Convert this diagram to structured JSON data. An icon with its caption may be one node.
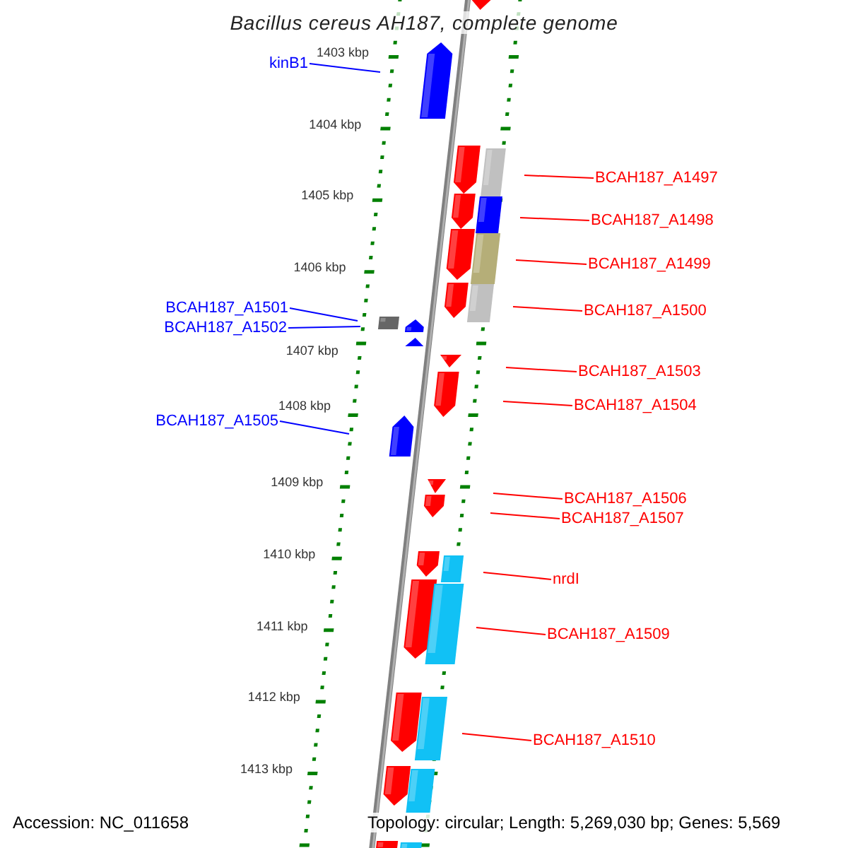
{
  "diagram": {
    "title": "Bacillus cereus AH187, complete genome",
    "nodes": [
      {
        "text": [
          "kinB1"
        ]
      },
      {
        "text": [
          "BCAH187_A1497"
        ]
      },
      {
        "text": [
          "BCAH187_A1498"
        ]
      },
      {
        "text": [
          "BCAH187_A1499"
        ]
      },
      {
        "text": [
          "BCAH187_A1501"
        ]
      },
      {
        "text": [
          "BCAH187_A1500"
        ]
      },
      {
        "text": [
          "BCAH187_A1502"
        ]
      },
      {
        "text": [
          "BCAH187_A1503"
        ]
      },
      {
        "text": [
          "BCAH187_A1504"
        ]
      },
      {
        "text": [
          "BCAH187_A1505"
        ]
      },
      {
        "text": [
          "BCAH187_A1506"
        ]
      },
      {
        "text": [
          "BCAH187_A1507"
        ]
      },
      {
        "text": [
          "nrdI"
        ]
      },
      {
        "text": [
          "BCAH187_A1509"
        ]
      },
      {
        "text": [
          "BCAH187_A1510"
        ]
      }
    ],
    "edges": [
      {
        "from": 0,
        "to": null,
        "arrow": "none",
        "color": "#0000ff"
      },
      {
        "from": 1,
        "to": null,
        "arrow": "none"
      },
      {
        "from": 2,
        "to": null,
        "arrow": "none"
      },
      {
        "from": 3,
        "to": null,
        "arrow": "none"
      },
      {
        "from": 4,
        "to": null,
        "arrow": "none",
        "color": "#0000ff"
      },
      {
        "from": 5,
        "to": null,
        "arrow": "none"
      },
      {
        "from": 6,
        "to": null,
        "arrow": "none",
        "color": "#0000ff"
      },
      {
        "from": 7,
        "to": null,
        "arrow": "none"
      },
      {
        "from": 8,
        "to": null,
        "arrow": "none"
      },
      {
        "from": 9,
        "to": null,
        "arrow": "none",
        "color": "#0000ff"
      },
      {
        "from": 10,
        "to": null,
        "arrow": "none"
      },
      {
        "from": 11,
        "to": null,
        "arrow": "none"
      },
      {
        "from": 12,
        "to": null,
        "arrow": "none"
      },
      {
        "from": 13,
        "to": null,
        "arrow": "none"
      },
      {
        "from": 14,
        "to": null,
        "arrow": "none"
      }
    ],
    "labels": [
      "1403 kbp",
      "1404 kbp",
      "1405 kbp",
      "1406 kbp",
      "1407 kbp",
      "1408 kbp",
      "1409 kbp",
      "1410 kbp",
      "1411 kbp",
      "1412 kbp",
      "1413 kbp",
      "Accession: NC_011658",
      "Topology: circular; Length: 5,269,030 bp; Genes: 5,569"
    ]
  }
}
